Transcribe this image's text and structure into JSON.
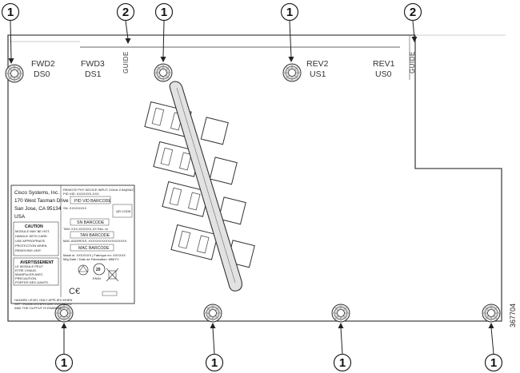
{
  "callouts": {
    "top": [
      "1",
      "2",
      "1",
      "1",
      "2"
    ],
    "bottom": [
      "1",
      "1",
      "1",
      "1"
    ]
  },
  "ports": {
    "fwd2": "FWD2",
    "ds0": "DS0",
    "fwd3": "FWD3",
    "ds1": "DS1",
    "rev2": "REV2",
    "us1": "US1",
    "rev1": "REV1",
    "us0": "US0"
  },
  "guide_text": "GUIDE",
  "label_sticker": {
    "company": "Cisco Systems, Inc.",
    "address1": "170 West Tasman Drive",
    "address2": "San Jose, CA 95134",
    "country": "USA",
    "caution_title": "CAUTION",
    "caution_lines": [
      "MODULE MAY BE HOT.",
      "HANDLE WITH CARE.",
      "USE APPROPRIATE",
      "PROTECTION WHEN",
      "REMOVING UNIT."
    ],
    "warning_title": "AVERTISSEMENT",
    "warning_lines": [
      "LE MODULE PEUT",
      "ETRE CHAUD.",
      "MANIPULER AVEC",
      "PRECAUTION.",
      "PORTER DES GANTS."
    ],
    "device_line": "REMOTE PHY DEVICE  INPUT: 24Vdc 2.5A(MAX)",
    "pid_vid_line": "PID VID: XXXXXXX-XXX",
    "pid_barcode": "PID  VID  BARCODE",
    "sn_line": "SN: XXXXXXXX",
    "qr_code": "QR  CODE",
    "sn_barcode": "SN  BARCODE",
    "tan_line": "TAN: XXX-XXXXXX-XX Rev. xx",
    "tan_barcode": "TAN BARCODE",
    "mac_line": "MAC ADDRESS: XXXXXXXXXXXXXXXXXX",
    "mac_barcode": "MAC BARCODE",
    "made_in": "Made in: XXXXXXX | Fabrique en: XXXXXX",
    "mfg_date": "Mfg Date / Date de Fabrication: MM/YY",
    "icon_20": "20",
    "icon_en": "EN54",
    "hazard_lines": [
      "HAZARD LEVEL ONLY APPLIES WHEN",
      "SFP TRANSCEIVERS ARE INSTALLED",
      "AND THE OUTPUT IS ENABLED."
    ]
  },
  "figure_id": "367704"
}
